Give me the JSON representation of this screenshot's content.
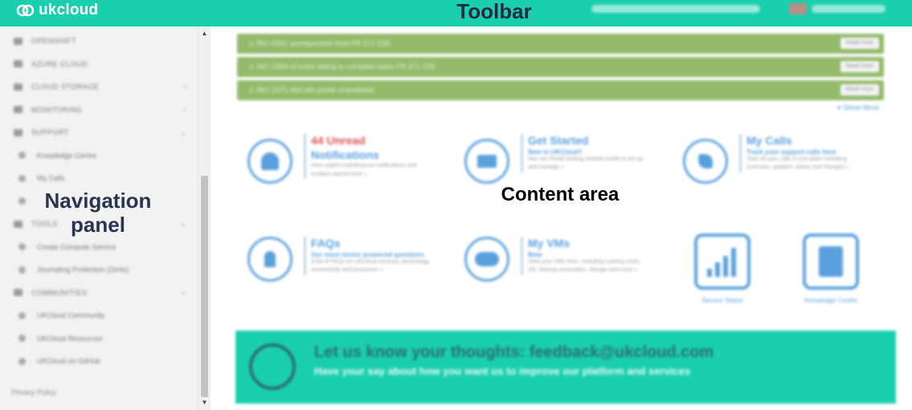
{
  "toolbar": {
    "brand": "ukcloud",
    "label": "Toolbar"
  },
  "navigation": {
    "label": "Navigation\npanel",
    "items": [
      {
        "label": "OpenShift",
        "sub": false
      },
      {
        "label": "Azure Cloud",
        "sub": false
      },
      {
        "label": "Cloud Storage",
        "sub": false,
        "chevron": "›"
      },
      {
        "label": "Monitoring",
        "sub": false,
        "chevron": "›"
      },
      {
        "label": "Support",
        "sub": false,
        "chevron": "⌄"
      },
      {
        "label": "Knowledge Centre",
        "sub": true
      },
      {
        "label": "My Calls",
        "sub": true
      },
      {
        "label": "",
        "sub": true
      },
      {
        "label": "Tools",
        "sub": false,
        "chevron": "⌄"
      },
      {
        "label": "Create Compute Service",
        "sub": true
      },
      {
        "label": "Journaling Protection (Zerto)",
        "sub": true
      },
      {
        "label": "Communities",
        "sub": false,
        "chevron": "⌄"
      },
      {
        "label": "UKCloud Community",
        "sub": true
      },
      {
        "label": "UKCloud Resources",
        "sub": true
      },
      {
        "label": "UKCloud on GitHub",
        "sub": true
      }
    ],
    "privacy": "Privacy Policy",
    "scroll_up": "▲",
    "scroll_down": "▼"
  },
  "content": {
    "label": "Content area",
    "alerts": [
      {
        "text": "⚠ INC-1561 unresponsive from FR 271 C06",
        "button": "Read more"
      },
      {
        "text": "⚠ INC-1569 vCentre failing to complete tasks FR 271 C05",
        "button": "Read more"
      },
      {
        "text": "⚠ INC-1571 MyCalls portal unavailable",
        "button": "Read more"
      }
    ],
    "show_more": "▾ Show More",
    "tiles": {
      "notifications": {
        "title_red": "44 Unread",
        "title": "Notifications",
        "desc": "View urgent maintenance notifications and incident reports here »"
      },
      "get_started": {
        "title": "Get Started",
        "sub": "New to UKCloud?",
        "desc": "See our Portal Getting Started Guide to set up and manage »"
      },
      "my_calls": {
        "title": "My Calls",
        "sub": "Track your support calls here",
        "desc": "View all your calls in one place including summary, updates, status and changes »"
      },
      "faqs": {
        "title": "FAQs",
        "sub": "Our most recent answered questions",
        "desc": "A list of FAQs on UKCloud services, technology, connectivity and processes »"
      },
      "my_vms": {
        "title": "My VMs",
        "sub": "Beta",
        "desc": "View your VMs here. Including running costs, OS, backup associates, storage and more »"
      },
      "service_status": {
        "label": "Service Status"
      },
      "knowledge_centre": {
        "label": "Knowledge Centre"
      }
    },
    "feedback": {
      "title": "Let us know your thoughts: feedback@ukcloud.com",
      "subtitle": "Have your say about how you want us to improve our platform and services"
    }
  },
  "colors": {
    "brand": "#19cfad",
    "alert": "#93bb6b",
    "accent": "#5aa0dc",
    "unread": "#d9534f"
  }
}
